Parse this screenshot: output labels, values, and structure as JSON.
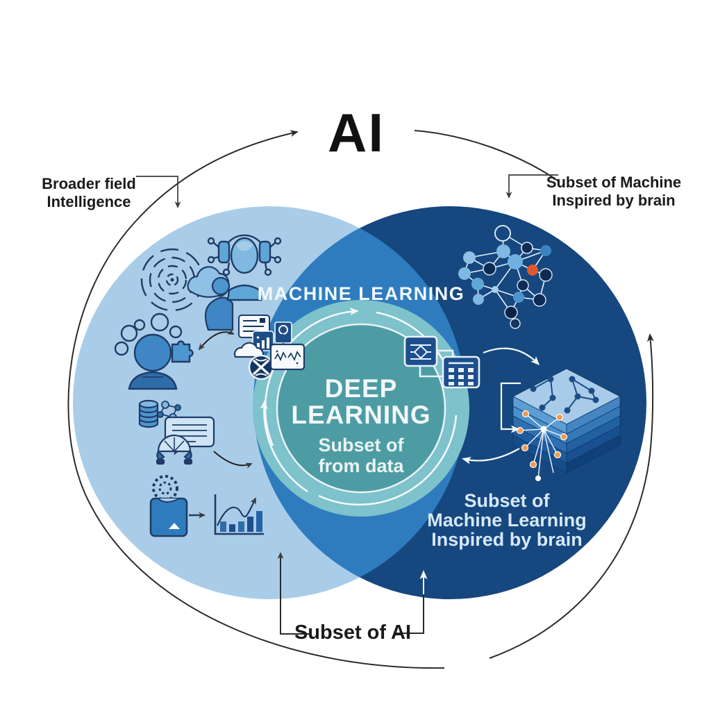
{
  "title": "AI",
  "callouts": {
    "broader": {
      "line1": "Broader field",
      "line2": "Intelligence"
    },
    "subset_machine": {
      "line1": "Subset of Machine",
      "line2": "Inspired by brain"
    },
    "subset_ai": "Subset of AI"
  },
  "venn": {
    "machine_learning": "MACHINE LEARNING",
    "deep": {
      "line1": "DEEP",
      "line2": "LEARNING",
      "line3": "Subset of",
      "line4": "from data"
    },
    "nn_caption": {
      "line1": "Subset of",
      "line2": "Machine Learning",
      "line3": "Inspired by brain"
    }
  },
  "colors": {
    "light_circle": "#A9CDE8",
    "overlap_lens": "#2E7CBE",
    "dark_circle": "#16477F",
    "deep_ring": "#7EC2CB",
    "deep_inner": "#4E9CA3",
    "accent_orange": "#E2562B",
    "icon_navy": "#1F3B66",
    "text_dark": "#1A1A1A",
    "text_light": "#D6E8F8"
  },
  "icons": [
    "spiral-maze-icon",
    "thought-cloud-head-icon",
    "headphones-head-icon",
    "bubbles-head-icon",
    "database-icon",
    "molecule-icon",
    "speech-bubble-icon",
    "gauge-icon",
    "gear-icon",
    "device-icon",
    "bar-chart-icon",
    "document-icon",
    "mini-bar-chart-icon",
    "camera-icon",
    "cloud-icon",
    "x-badge-icon",
    "scribble-window-icon",
    "flowchart-node-icon",
    "grid-node-icon",
    "neural-network-icon",
    "layered-stack-icon"
  ]
}
